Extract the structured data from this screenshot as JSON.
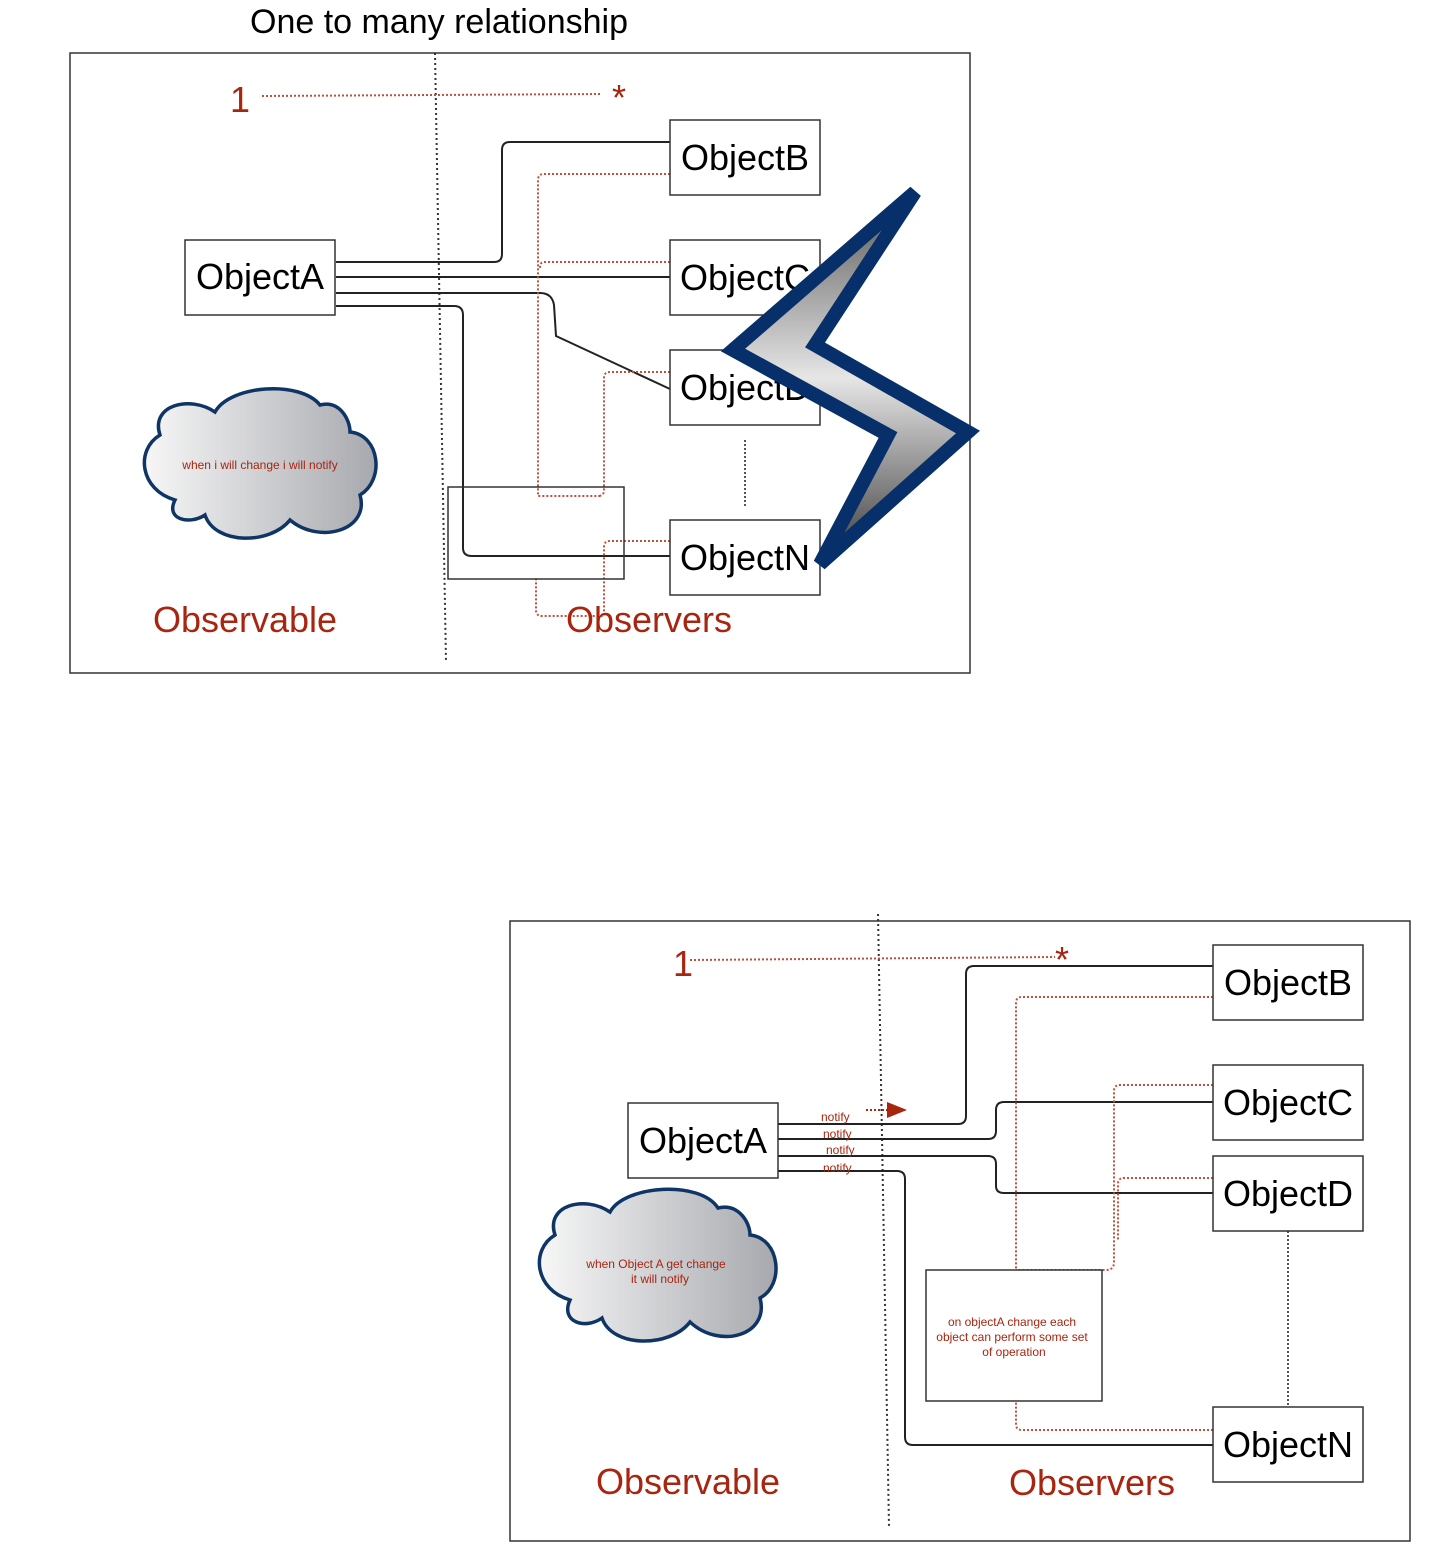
{
  "top": {
    "title": "One to many relationship",
    "multiplicity_one": "1",
    "multiplicity_many": "*",
    "object_a": "ObjectA",
    "object_b": "ObjectB",
    "object_c": "ObjectC",
    "object_d": "ObjectD",
    "object_n": "ObjectN",
    "cloud_text": "when i will change i will notify",
    "observable_label": "Observable",
    "observers_label": "Observers"
  },
  "bottom": {
    "multiplicity_one": "1",
    "multiplicity_many": "*",
    "object_a": "ObjectA",
    "object_b": "ObjectB",
    "object_c": "ObjectC",
    "object_d": "ObjectD",
    "object_n": "ObjectN",
    "notify_labels": [
      "notify",
      "notify",
      "notify",
      "notify"
    ],
    "cloud_text_line1": "when Object A get change",
    "cloud_text_line2": "it will notify",
    "note_line1": "on objectA change each",
    "note_line2": "object can perform some set",
    "note_line3": "of operation",
    "observable_label": "Observable",
    "observers_label": "Observers"
  },
  "colors": {
    "accent_red": "#a82510",
    "cloud_stroke": "#0e3566",
    "bolt_stroke": "#07306a"
  }
}
